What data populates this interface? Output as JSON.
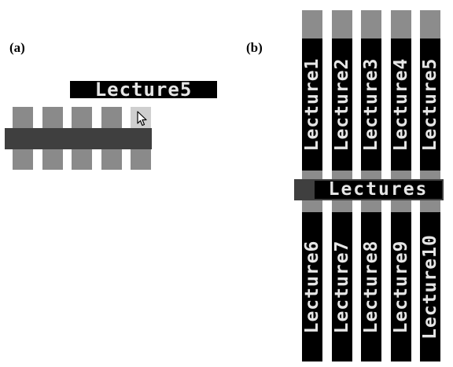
{
  "panel_a": {
    "label": "(a)",
    "tooltip": "Lecture5",
    "stubs": 5,
    "highlighted_index": 4
  },
  "panel_b": {
    "label": "(b)",
    "bar_label": "Lectures",
    "top_columns": [
      "Lecture1",
      "Lecture2",
      "Lecture3",
      "Lecture4",
      "Lecture5"
    ],
    "bottom_columns": [
      "Lecture6",
      "Lecture7",
      "Lecture8",
      "Lecture9",
      "Lecture10"
    ]
  },
  "icons": {
    "cursor": "mouse-pointer-icon"
  },
  "colors": {
    "stub": "#8a8a8a",
    "stub_highlight": "#cfcfcf",
    "bar": "#3f3f3f",
    "label_bg": "#000000",
    "label_text": "#e6e6e6"
  }
}
